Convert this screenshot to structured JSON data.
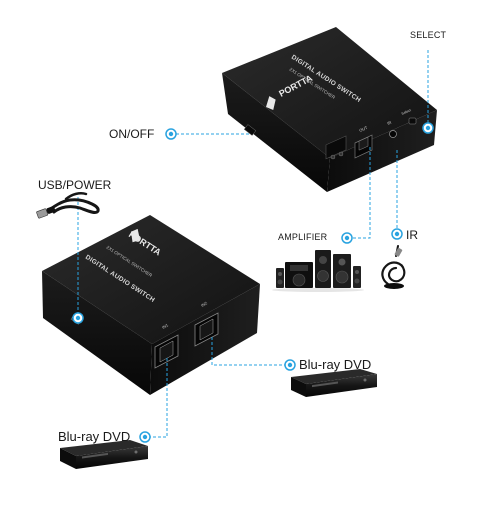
{
  "labels": {
    "select": "SELECT",
    "on_off": "ON/OFF",
    "usb_power": "USB/POWER",
    "amplifier": "AMPLIFIER",
    "ir": "IR",
    "bluray_1": "Blu-ray DVD",
    "bluray_2": "Blu-ray DVD"
  },
  "device_top": {
    "brand": "PORTTA",
    "title": "DIGITAL AUDIO SWITCH",
    "subtitle": "2X1 OPTICAL SWITCHER",
    "port_out": "OUT",
    "port_ir": "IR",
    "port_select": "Select"
  },
  "device_bottom": {
    "brand": "PORTTA",
    "title": "DIGITAL AUDIO SWITCH",
    "subtitle": "2X1 OPTICAL SWITCHER",
    "port_in1": "IN1",
    "port_in2": "IN2"
  },
  "colors": {
    "accent": "#29a3e0",
    "device": "#141414",
    "text": "#1a1a1a"
  },
  "icons": [
    "usb-cable-icon",
    "speaker-system-icon",
    "ir-receiver-cable-icon",
    "dvd-player-icon"
  ]
}
